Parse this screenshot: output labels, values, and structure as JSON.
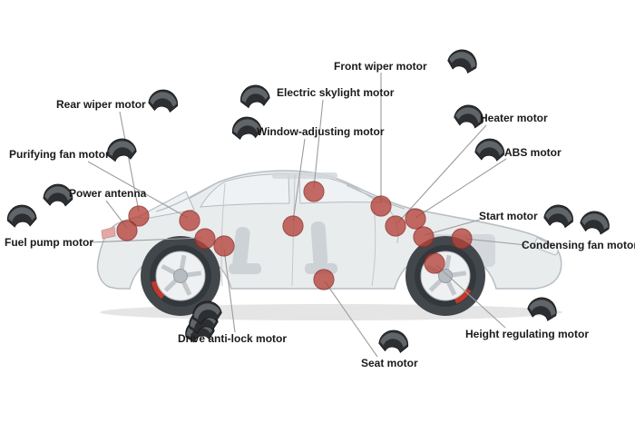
{
  "diagram": {
    "type": "car-motor-locations-infographic",
    "background": "#ffffff",
    "colors": {
      "label_text": "#1a1a1a",
      "leader_line": "#9c9c9c",
      "motor_dot": "#b5433a",
      "motor_dot_edge": "#8e2a23",
      "magnet_body": "#2c2e31",
      "magnet_face": "#666b70",
      "car_body": "#e8ebed",
      "car_outline": "#b3bac0",
      "brake_caliper": "#c0392b"
    },
    "icon": {
      "name": "arc-magnet-icon",
      "shape": "curved ferrite magnet segment"
    },
    "labels": [
      {
        "id": "front-wiper-motor",
        "text": "Front wiper motor"
      },
      {
        "id": "electric-skylight-motor",
        "text": "Electric skylight motor"
      },
      {
        "id": "rear-wiper-motor",
        "text": "Rear wiper motor"
      },
      {
        "id": "window-adjusting-motor",
        "text": "Window-adjusting motor"
      },
      {
        "id": "heater-motor",
        "text": "Heater motor"
      },
      {
        "id": "abs-motor",
        "text": "ABS motor"
      },
      {
        "id": "purifying-fan-motor",
        "text": "Purifying fan motor"
      },
      {
        "id": "power-antenna",
        "text": "Power antenna"
      },
      {
        "id": "start-motor",
        "text": "Start motor"
      },
      {
        "id": "fuel-pump-motor",
        "text": "Fuel pump motor"
      },
      {
        "id": "condensing-fan-motor",
        "text": "Condensing fan motor"
      },
      {
        "id": "height-regulating-motor",
        "text": "Height regulating motor"
      },
      {
        "id": "drive-anti-lock-motor",
        "text": "Drive anti-lock motor"
      },
      {
        "id": "seat-motor",
        "text": "Seat motor"
      }
    ]
  }
}
